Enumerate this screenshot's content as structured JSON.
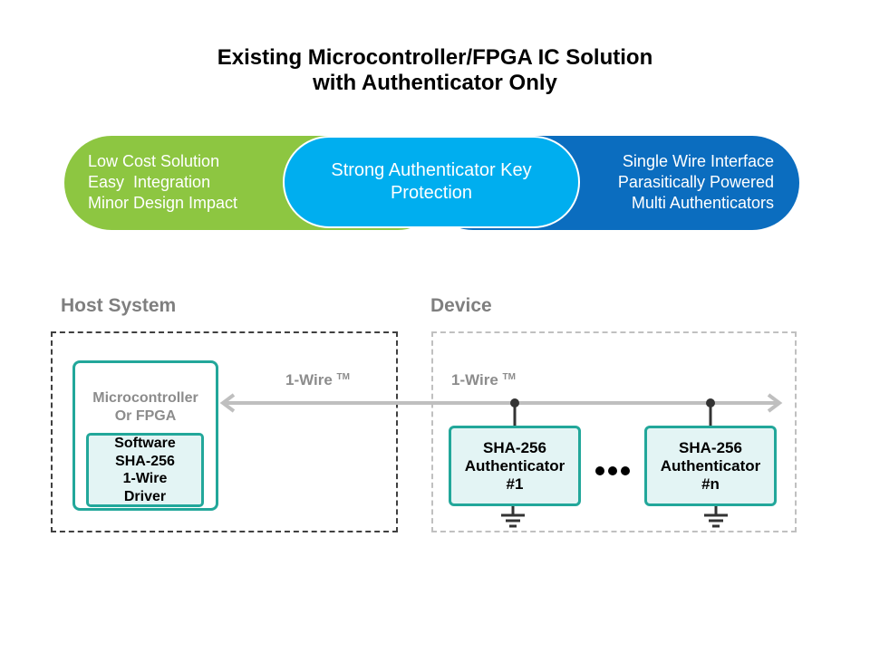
{
  "title": {
    "line1": "Existing Microcontroller/FPGA IC Solution",
    "line2": "with Authenticator Only"
  },
  "banner": {
    "left": {
      "color": "#8dc641",
      "lines": [
        "Low Cost Solution",
        "Easy  Integration",
        "Minor Design Impact"
      ]
    },
    "center": {
      "color": "#00aeef",
      "lines": [
        "Strong Authenticator Key",
        "Protection"
      ]
    },
    "right": {
      "color": "#0b6dbf",
      "lines": [
        "Single Wire Interface",
        "Parasitically Powered",
        "Multi Authenticators"
      ]
    }
  },
  "host": {
    "label": "Host System",
    "mcu": {
      "lines": [
        "Microcontroller",
        "Or FPGA"
      ]
    },
    "software": {
      "lines": [
        "Software",
        "SHA-256",
        "1-Wire",
        "Driver"
      ]
    },
    "wire_label": {
      "text": "1-Wire",
      "mark": "TM"
    }
  },
  "device": {
    "label": "Device",
    "wire_label": {
      "text": "1-Wire",
      "mark": "TM"
    },
    "authenticators": [
      {
        "lines": [
          "SHA-256",
          "Authenticator",
          "#1"
        ]
      },
      {
        "lines": [
          "SHA-256",
          "Authenticator",
          "#n"
        ]
      }
    ],
    "ellipsis": "•••"
  },
  "colors": {
    "teal_border": "#22a79a",
    "box_fill": "#e3f4f4",
    "wire": "#bfbfbf",
    "label_gray": "#7f7f7f"
  }
}
